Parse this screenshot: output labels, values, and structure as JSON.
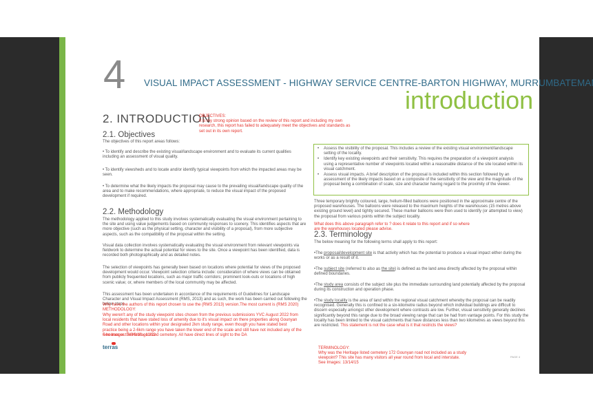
{
  "page": {
    "chapter_number": "4",
    "header_title": "VISUAL IMPACT ASSESSMENT - HIGHWAY SERVICE CENTRE-BARTON HIGHWAY, MURRUMBATEMAN",
    "section_word": "introduction",
    "page_label": "PAGE 4"
  },
  "intro": {
    "heading": "2.   INTRODUCTION",
    "objectives_note_title": "OBJECTIVES:",
    "objectives_note": "It is my strong opinion based on the review of this report and including my own research, this report has failed to adequately meet the objectives and standards as set out in its own report."
  },
  "objectives": {
    "heading": "2.1.      Objectives",
    "lead": "The objectives of this report areas follows:",
    "items": [
      "• To identify and describe the existing visual/landscape environment and to evaluate its current qualities including an assessment of visual quality.",
      "• To identify viewsheds and to locate and/or identify typical viewpoints from which the impacted areas may be seen.",
      "• To determine what the likely impacts the proposal may cause to the prevailing visual/landscape quality of the area and to make recommendations, where appropriate, to reduce the visual impact of the proposed development if required."
    ]
  },
  "methodology": {
    "heading": "2.2.      Methodology",
    "paragraphs": [
      "The methodology applied to this study involves systematically evaluating the visual environment pertaining to the site and using value judgements based on community responses to scenery. This identifies aspects that are more objective (such as the physical setting, character and visibility of a proposal), from more subjective aspects, such as the compatibility of the proposal within the setting.",
      "Visual data collection involves systematically evaluating the visual environment from relevant viewpoints via fieldwork to determine the actual potential for views to the site. Once a viewpoint has been identified, data is recorded both photographically and as detailed notes.",
      "The selection of viewpoints has generally been based on locations where potential for views of the proposed development would occur. Viewpoint selection criteria include: consideration of where views can be obtained from publicly frequented locations, such as major traffic corridors; prominent look-outs or locations of high scenic value; or, where members of the local community may be affected.",
      "This assessment has been undertaken in accordance of the requirements of Guidelines for Landscape Character and Visual Impact Assessment (RMS, 2013) and as such, the work has been carried out following the below steps."
    ],
    "red_question": "Why have the authors of this report chosen to use the (RMS 2013) version.The most current is (RMS 2020)",
    "red_method_title": "METHODOLOGY:",
    "red_method_text": "Why weren't any of the study viewpoint sites chosen from the previous submissions YVC August 2022 from local residents that have stated loss of amenity due to it's visual impact on there properties along Gounyan Road and other locations within your designated 2km study range, even though you have stated best practice being a 2-6km range you have taken the lower end of the scale and still have not included any of the 6 houses or the Heritage listed cemetery. All have direct lines of sight to the DA",
    "red_see": "See Images: 7/8/9/10 - 11/12"
  },
  "greenbox": {
    "items": [
      "Assess the visibility of the proposal. This includes a review of the existing visual environment/landscape setting of the locality.",
      "Identify key existing viewpoints and their sensitivity. This requires the preparation of a viewpoint analysis using a representative number of viewpoints located within a reasonable distance of the site located within its visual catchment.",
      "Assess visual impacts. A brief description of the proposal is included within this section followed by an assessment of the likely impacts based on a composite of the sensitivity of the view and the magnitude of the proposal being a combination of scale, size and character having regard to the proximity of the viewer."
    ]
  },
  "balloons": {
    "paragraph": "Three temporary brightly coloured, large, helium-filled balloons were positioned in the approximate centre of the proposed warehouses. The balloons were released to the maximum heights of the warehouses (15 metres above existing ground level) and tightly secured. These marker balloons were then used to identify (or attempted to view) the proposal from various points within the subject locality.",
    "red_question": "What does this above paragraph refer to ? does it relate to this report and if so where are the warehouses located please advise."
  },
  "terminology": {
    "heading": "2.3.      Terminology",
    "lead": "The below meaning for the following terms shall apply to this report:",
    "term1_pre": "•The ",
    "term1_term": "proposal/development site",
    "term1_post": " is that activity which has the potential to produce a visual impact either during the works or as a result of it.",
    "term2_pre": "•The ",
    "term2_term": "subject site",
    "term2_mid": " (referred to also as ",
    "term2_term2": "the site",
    "term2_post": ") is defined as the land area directly affected by the proposal within defined boundaries.",
    "term3_pre": "•The ",
    "term3_term": "study area",
    "term3_post": " consists of the subject site plus the immediate surrounding land potentially affected by the proposal during its construction and operation phase.",
    "term4_pre": "•The ",
    "term4_term": "study locality",
    "term4_post": " is the area of land within the regional visual catchment whereby the proposal can be readily recognised. Generally this is confined to a six-kilometre radius beyond which individual buildings are difficult to discern especially amongst other development where contrasts are low. Further, visual sensitivity generally declines significantly beyond this range due to the broad viewing range that can be had from vantage points. For this study the locality has been limited to the visual catchments that have distances less than two kilometres as views beyond this are restricted.",
    "term4_red": "This statement is not the case what is it that restricts the views?",
    "red_title": "TERMINOLOGY:",
    "red_text": "Why was the Heritage listed cemetery 172 Gounyan road not included as a study viewpoint? This site has many visitors all year round from local and interstate.",
    "red_see": "See Images: 13/14/15"
  },
  "logo": {
    "text": "terras"
  }
}
